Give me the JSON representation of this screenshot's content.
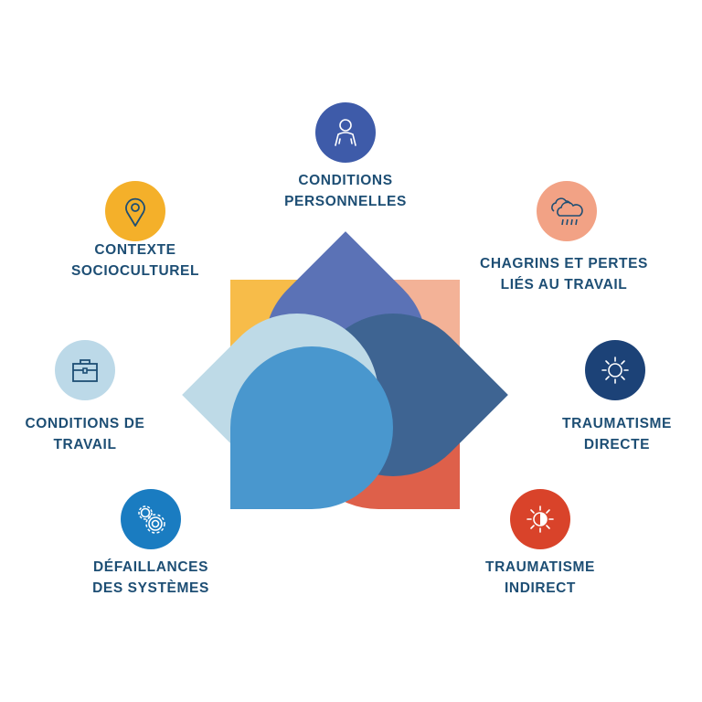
{
  "nodes": [
    {
      "id": "conditions-personnelles",
      "icon": "person-icon",
      "color": "#3e5ba9",
      "lines": [
        "CONDITIONS",
        "PERSONNELLES"
      ]
    },
    {
      "id": "contexte-socioculturel",
      "icon": "map-pin-icon",
      "color": "#f4b02a",
      "lines": [
        "CONTEXTE",
        "SOCIOCULTUREL"
      ]
    },
    {
      "id": "chagrins-pertes",
      "icon": "rain-cloud-icon",
      "color": "#f2a285",
      "lines": [
        "CHAGRINS ET PERTES",
        "LIÉS AU TRAVAIL"
      ]
    },
    {
      "id": "conditions-travail",
      "icon": "briefcase-icon",
      "color": "#bcd9e8",
      "lines": [
        "CONDITIONS DE",
        "TRAVAIL"
      ]
    },
    {
      "id": "traumatisme-directe",
      "icon": "sun-icon",
      "color": "#1c4277",
      "lines": [
        "TRAUMATISME",
        "DIRECTE"
      ]
    },
    {
      "id": "defaillances-systemes",
      "icon": "gears-icon",
      "color": "#1a7cc1",
      "lines": [
        "DÉFAILLANCES",
        "DES SYSTÈMES"
      ]
    },
    {
      "id": "traumatisme-indirect",
      "icon": "half-sun-icon",
      "color": "#d9432a",
      "lines": [
        "TRAUMATISME",
        "INDIRECT"
      ]
    }
  ]
}
